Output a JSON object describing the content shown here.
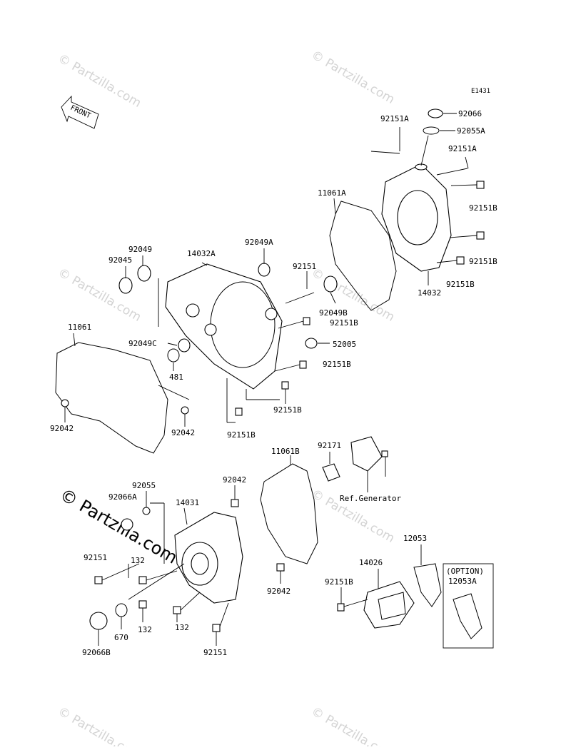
{
  "diagram_code": "E1431",
  "front_label": "FRONT",
  "watermark": "© Partzilla.com",
  "ref_generator": "Ref.Generator",
  "option_label": "(OPTION)",
  "parts": {
    "p92066": "92066",
    "p92055A": "92055A",
    "p92151A_top": "92151A",
    "p92151A_right": "92151A",
    "p11061A": "11061A",
    "p92151B_r1": "92151B",
    "p92151B_r2": "92151B",
    "p92151B_r3": "92151B",
    "p14032": "14032",
    "p92049": "92049",
    "p92045": "92045",
    "p14032A": "14032A",
    "p92049A": "92049A",
    "p92151_mid": "92151",
    "p92049B": "92049B",
    "p92151B_m1": "92151B",
    "p52005": "52005",
    "p92151B_m2": "92151B",
    "p92151B_m3": "92151B",
    "p92151B_m4": "92151B",
    "p11061": "11061",
    "p92049C": "92049C",
    "p481": "481",
    "p92042_a": "92042",
    "p92042_b": "92042",
    "p92171": "92171",
    "p11061B": "11061B",
    "p92042_c": "92042",
    "p92055": "92055",
    "p92066A": "92066A",
    "p14031": "14031",
    "p92151_l": "92151",
    "p132_a": "132",
    "p132_b": "132",
    "p132_c": "132",
    "p670": "670",
    "p92066B": "92066B",
    "p92151_b": "92151",
    "p92042_d": "92042",
    "p12053": "12053",
    "p14026": "14026",
    "p92151B_l": "92151B",
    "p12053A": "12053A"
  }
}
